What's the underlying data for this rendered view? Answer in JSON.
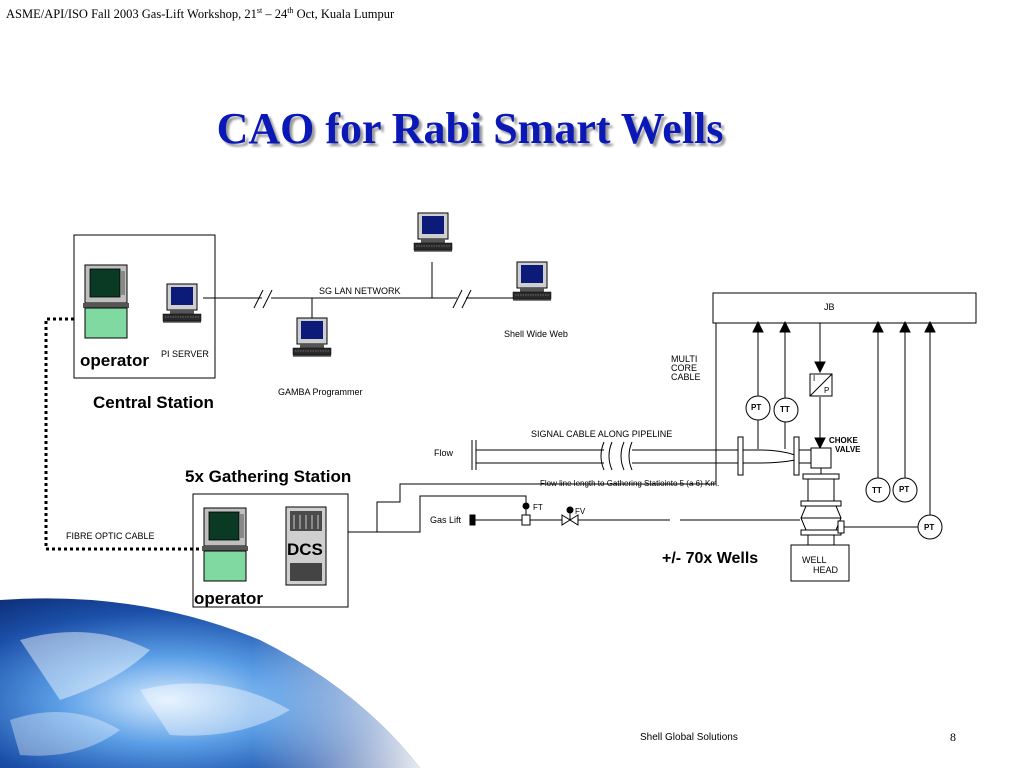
{
  "header": {
    "text_before": "ASME/API/ISO Fall 2003 Gas-Lift Workshop, 21",
    "sup1": "st",
    "text_mid": " – 24",
    "sup2": "th",
    "text_after": " Oct, Kuala Lumpur"
  },
  "title": "CAO for Rabi Smart Wells",
  "labels": {
    "operator_top": "operator",
    "pi_server": "PI SERVER",
    "central_station": "Central Station",
    "sg_lan": "SG LAN NETWORK",
    "gamba": "GAMBA Programmer",
    "shell_web": "Shell Wide Web",
    "jb": "JB",
    "multi_core_1": "MULTI",
    "multi_core_2": "CORE",
    "multi_core_3": "CABLE",
    "i_label": "I",
    "p_label": "P",
    "pt_1": "PT",
    "tt_1": "TT",
    "choke_1": "CHOKE",
    "choke_2": "VALVE",
    "signal_cable": "SIGNAL CABLE ALONG PIPELINE",
    "flow": "Flow",
    "flow_line_length": "Flow line length to Gathering Statiointo 5 (a 6) Km.",
    "ft": "FT",
    "fv": "FV",
    "gas_lift": "Gas Lift",
    "tt_2": "TT",
    "pt_2": "PT",
    "pt_3": "PT",
    "gathering_station": "5x Gathering Station",
    "fibre_optic": "FIBRE OPTIC CABLE",
    "dcs": "DCS",
    "operator_bottom": "operator",
    "wells": "+/- 70x Wells",
    "well_1": "WELL",
    "well_2": "HEAD"
  },
  "footer": {
    "company": "Shell Global Solutions",
    "page_number": "8"
  },
  "colors": {
    "title": "#0b18b8",
    "monitor_screen": "#0c1a7a",
    "console_green": "#7fd9a0"
  }
}
